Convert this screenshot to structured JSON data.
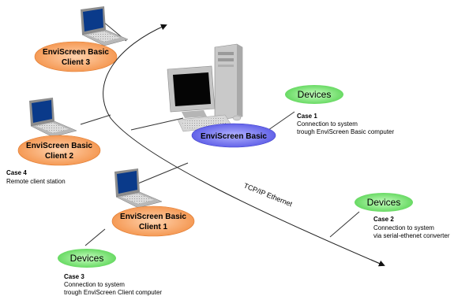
{
  "nodes": {
    "server": "EnviScreen Basic",
    "client1": [
      "EnviScreen Basic",
      "Client 1"
    ],
    "client2": [
      "EnviScreen Basic",
      "Client 2"
    ],
    "client3": [
      "EnviScreen Basic",
      "Client 3"
    ],
    "devices1": "Devices",
    "devices2": "Devices",
    "devices3": "Devices"
  },
  "network_label": "TCP/IP Ethernet",
  "cases": {
    "case1": {
      "title": "Case 1",
      "lines": [
        "Connection to system",
        "trough EnviScreen Basic computer"
      ]
    },
    "case2": {
      "title": "Case 2",
      "lines": [
        "Connection to system",
        "via serial-ethenet converter"
      ]
    },
    "case3": {
      "title": "Case 3",
      "lines": [
        "Connection to system",
        "trough EnviScreen Client computer"
      ]
    },
    "case4": {
      "title": "Case 4",
      "lines": [
        "Remote client station"
      ]
    }
  },
  "colors": {
    "client_fill": "#f7a86a",
    "server_fill": "#6868e8",
    "devices_fill": "#7ee07a",
    "line": "#333333"
  }
}
